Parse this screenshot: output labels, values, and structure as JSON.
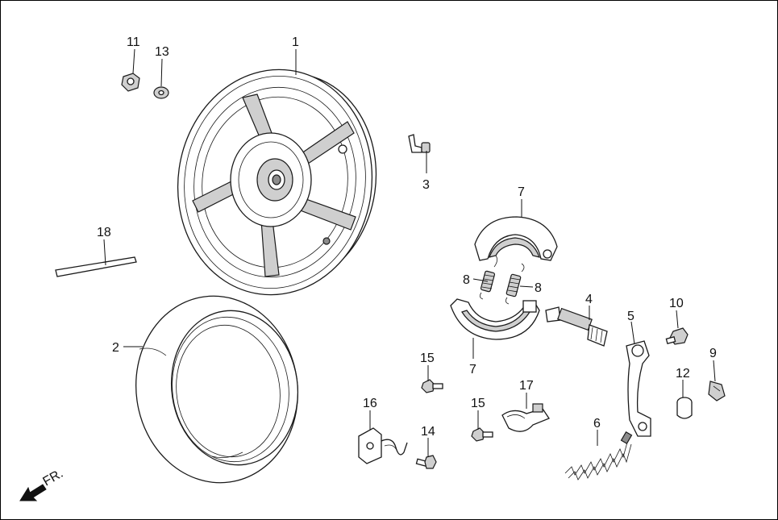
{
  "callouts": {
    "c1": "1",
    "c2": "2",
    "c3": "3",
    "c4": "4",
    "c5": "5",
    "c6": "6",
    "c7a": "7",
    "c7b": "7",
    "c8a": "8",
    "c8b": "8",
    "c9": "9",
    "c10": "10",
    "c11": "11",
    "c12": "12",
    "c13": "13",
    "c14": "14",
    "c15a": "15",
    "c15b": "15",
    "c16": "16",
    "c17": "17",
    "c18": "18"
  },
  "direction_label": "FR."
}
